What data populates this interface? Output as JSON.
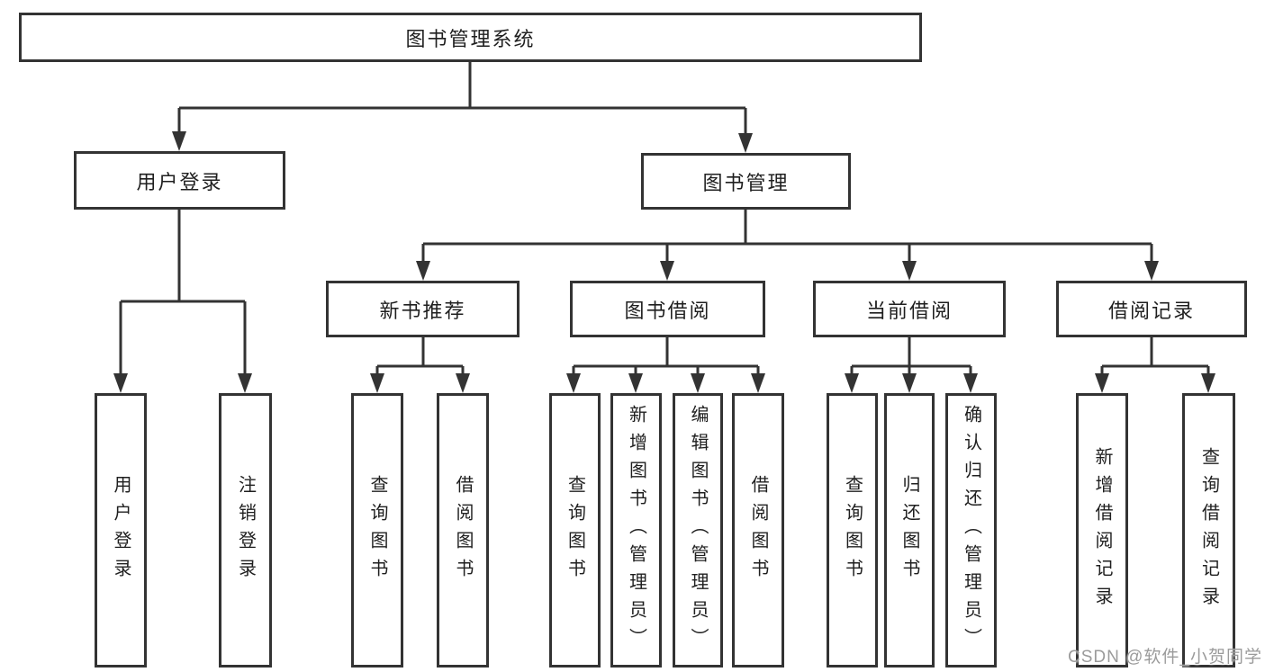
{
  "diagram": {
    "root": {
      "label": "图书管理系统"
    },
    "level1": [
      {
        "label": "用户登录"
      },
      {
        "label": "图书管理"
      }
    ],
    "level2": [
      {
        "label": "新书推荐"
      },
      {
        "label": "图书借阅"
      },
      {
        "label": "当前借阅"
      },
      {
        "label": "借阅记录"
      }
    ],
    "leaves": [
      {
        "label": "用户登录"
      },
      {
        "label": "注销登录"
      },
      {
        "label": "查询图书"
      },
      {
        "label": "借阅图书"
      },
      {
        "label": "查询图书"
      },
      {
        "label": "新增图书（管理员）"
      },
      {
        "label": "编辑图书（管理员）"
      },
      {
        "label": "借阅图书"
      },
      {
        "label": "查询图书"
      },
      {
        "label": "归还图书"
      },
      {
        "label": "确认归还（管理员）"
      },
      {
        "label": "新增借阅记录"
      },
      {
        "label": "查询借阅记录"
      }
    ],
    "watermark": "CSDN @软件_小贺同学",
    "colors": {
      "line": "#333333",
      "border": "#333333",
      "text": "#1f1f1f",
      "background": "#ffffff",
      "watermark": "#9b9b9b"
    }
  }
}
